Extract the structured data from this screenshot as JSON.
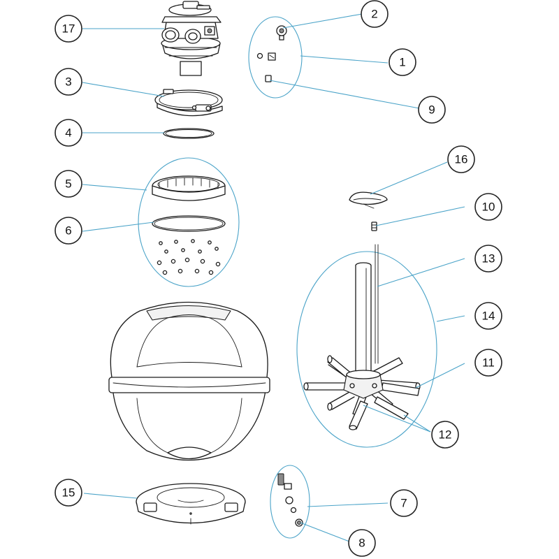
{
  "diagram": {
    "callouts": [
      {
        "id": "c1",
        "label": "1"
      },
      {
        "id": "c2",
        "label": "2"
      },
      {
        "id": "c3",
        "label": "3"
      },
      {
        "id": "c4",
        "label": "4"
      },
      {
        "id": "c5",
        "label": "5"
      },
      {
        "id": "c6",
        "label": "6"
      },
      {
        "id": "c7",
        "label": "7"
      },
      {
        "id": "c8",
        "label": "8"
      },
      {
        "id": "c9",
        "label": "9"
      },
      {
        "id": "c10",
        "label": "10"
      },
      {
        "id": "c11",
        "label": "11"
      },
      {
        "id": "c12",
        "label": "12"
      },
      {
        "id": "c13",
        "label": "13"
      },
      {
        "id": "c14",
        "label": "14"
      },
      {
        "id": "c15",
        "label": "15"
      },
      {
        "id": "c16",
        "label": "16"
      },
      {
        "id": "c17",
        "label": "17"
      }
    ],
    "colors": {
      "leader_line": "#4aa3c8",
      "outline": "#1a1a1a",
      "callout_border": "#222222",
      "background": "#ffffff"
    }
  }
}
